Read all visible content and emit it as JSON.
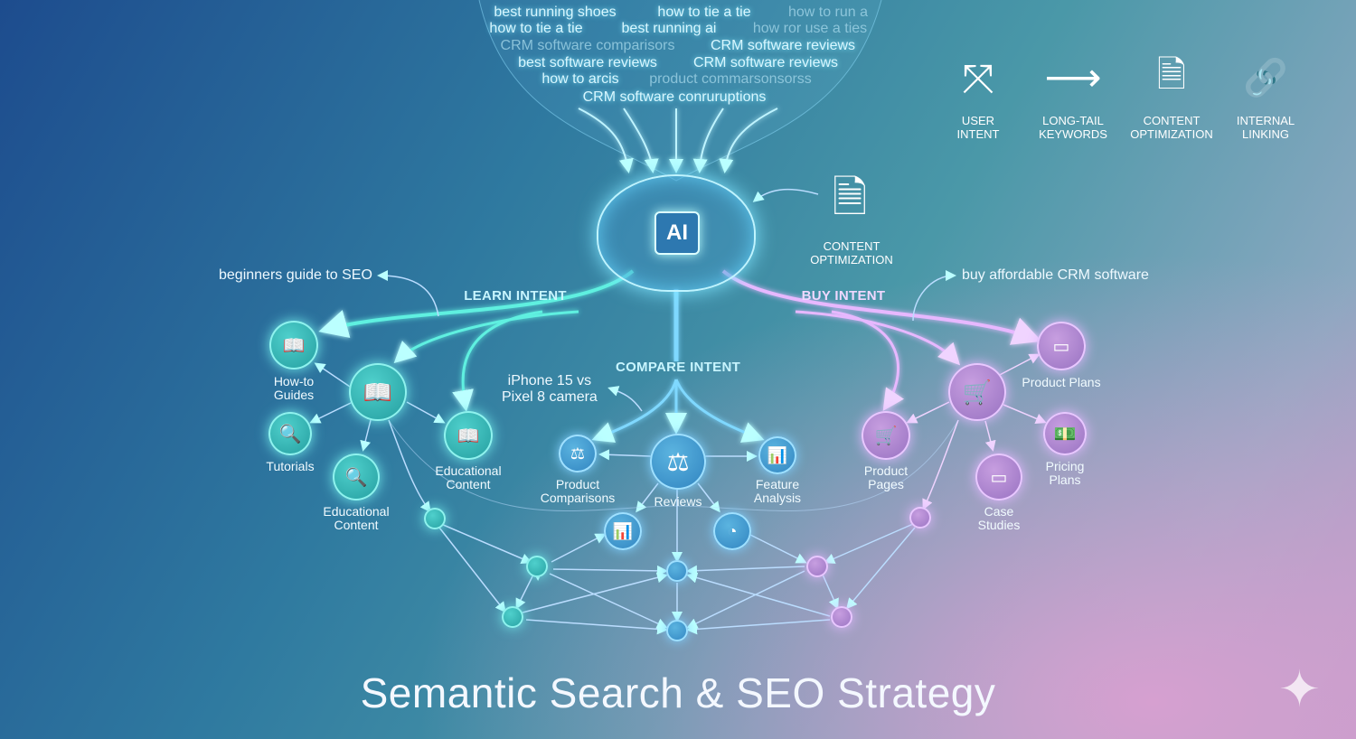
{
  "keywords": [
    {
      "text": "best running shoes",
      "style": "b"
    },
    {
      "text": "how to tie a tie",
      "style": "b"
    },
    {
      "text": "how to run a",
      "style": "f"
    },
    {
      "text": "how to tie a tie",
      "style": "b"
    },
    {
      "text": "best running ai",
      "style": "b"
    },
    {
      "text": "how ror use a ties",
      "style": "f"
    },
    {
      "text": "CRM software comparisors",
      "style": "f"
    },
    {
      "text": "CRM software reviews",
      "style": "b"
    },
    {
      "text": "best software reviews",
      "style": "b"
    },
    {
      "text": "CRM software reviews",
      "style": "b"
    },
    {
      "text": "how to arcis",
      "style": "b"
    },
    {
      "text": "product commarsonsorss",
      "style": "f"
    },
    {
      "text": "CRM software conruruptions",
      "style": "b"
    }
  ],
  "legend": [
    {
      "icon": "split-arrow-icon",
      "label": "USER\nINTENT"
    },
    {
      "icon": "arrow-right-icon",
      "label": "LONG-TAIL\nKEYWORDS"
    },
    {
      "icon": "document-gear-icon",
      "label": "CONTENT\nOPTIMIZATION"
    },
    {
      "icon": "chain-link-icon",
      "label": "INTERNAL\nLINKING"
    }
  ],
  "brain": {
    "label": "AI"
  },
  "content_optimization": {
    "label": "CONTENT\nOPTIMIZATION"
  },
  "intents": {
    "learn": "LEARN INTENT",
    "buy": "BUY INTENT",
    "compare": "COMPARE INTENT"
  },
  "queries": {
    "learn": "beginners guide to SEO",
    "buy": "buy affordable CRM software",
    "compare": "iPhone 15 vs\nPixel 8 camera"
  },
  "learn_nodes": [
    "How-to\nGuides",
    "Tutorials",
    "Educational\nContent",
    "Educational\nContent"
  ],
  "compare_nodes": [
    "Product\nComparisons",
    "Reviews",
    "Feature\nAnalysis"
  ],
  "buy_nodes": [
    "Product Plans",
    "Product\nPages",
    "Pricing\nPlans",
    "Case\nStudies"
  ],
  "title": "Semantic Search & SEO Strategy",
  "colors": {
    "learn": "#3ccfc8",
    "compare": "#4aa8e0",
    "buy": "#c79ee0"
  }
}
